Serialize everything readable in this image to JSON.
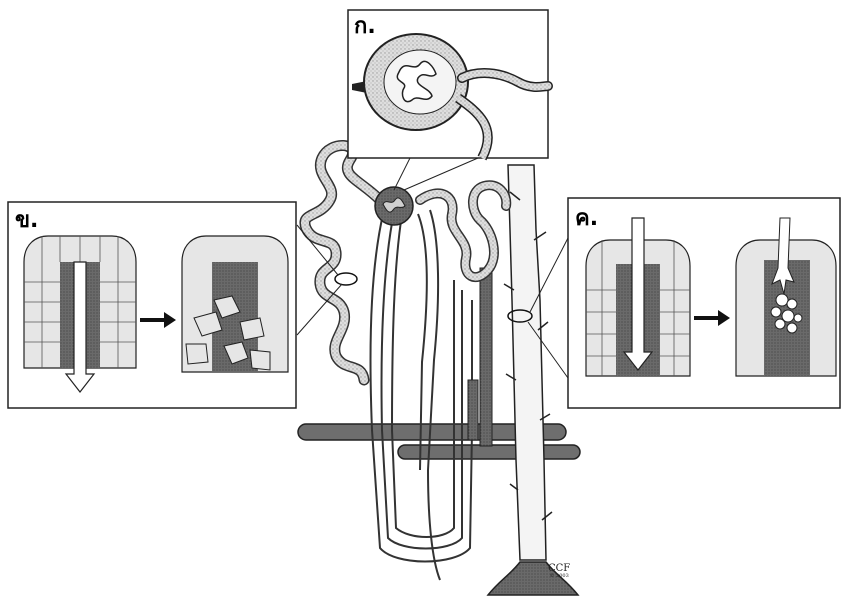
{
  "panels": {
    "glomerulus": {
      "label": "ก."
    },
    "tubule_injury": {
      "label": "ข."
    },
    "tubule_obstruction": {
      "label": "ค."
    }
  },
  "credit": {
    "mark": "CCF",
    "year": "© 2003"
  },
  "colors": {
    "tubule_fill": "#d9d9d9",
    "vessel": "#6e6e6e",
    "outline": "#222222",
    "cell": "#e6e6e6"
  }
}
